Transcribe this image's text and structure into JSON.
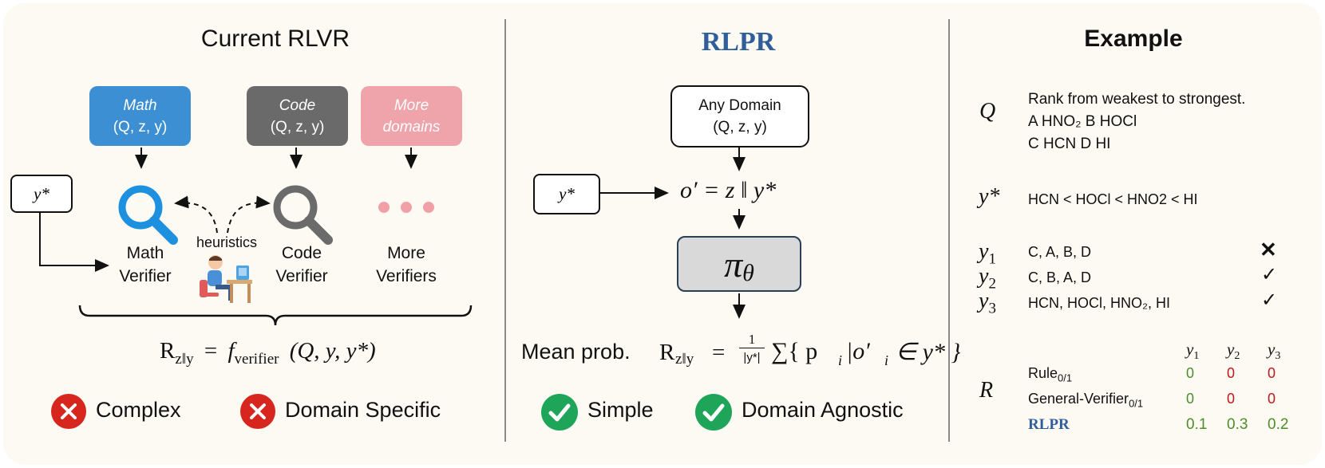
{
  "left": {
    "title": "Current RLVR",
    "boxes": [
      {
        "italic": "Math",
        "sub": "(Q, z, y)",
        "color": "#3d8fd4"
      },
      {
        "italic": "Code",
        "sub": "(Q, z, y)",
        "color": "#6a6a6a"
      },
      {
        "italic": "More",
        "sub": "domains",
        "color": "#efa3aa"
      }
    ],
    "ystar": "y*",
    "heuristics": "heuristics",
    "verifiers": [
      {
        "l1": "Math",
        "l2": "Verifier"
      },
      {
        "l1": "Code",
        "l2": "Verifier"
      },
      {
        "l1": "More",
        "l2": "Verifiers"
      }
    ],
    "formula": {
      "R": "R",
      "sub": "z‖y",
      "eq": "=",
      "f": "f",
      "fsub": "verifier",
      "args": "(Q, y, y*)"
    },
    "cons": [
      "Complex",
      "Domain Specific"
    ]
  },
  "middle": {
    "title": "RLPR",
    "box_l1": "Any Domain",
    "box_l2": "(Q, z, y)",
    "ystar": "y*",
    "concat": "o′ = z ‖ y*",
    "policy": "π",
    "policy_sub": "θ",
    "mean_label": "Mean prob.",
    "formula": {
      "R": "R",
      "sub": "z‖y",
      "eq": "=",
      "num": "1",
      "den": "|y*|",
      "sum": "∑{ p",
      "i": "i",
      "mid": "|o′",
      "in": "∈ y* }"
    },
    "pros": [
      "Simple",
      "Domain Agnostic"
    ]
  },
  "right": {
    "title": "Example",
    "q_sym": "Q",
    "q_lines": [
      "Rank from weakest to strongest.",
      "A HNO₂   B HOCl",
      "C HCN     D HI"
    ],
    "ystar_sym": "y*",
    "ystar_val": "HCN < HOCl < HNO2 < HI",
    "answers": [
      {
        "sym": "y",
        "sub": "1",
        "val": "C, A, B, D",
        "mark": "✕"
      },
      {
        "sym": "y",
        "sub": "2",
        "val": "C, B, A, D",
        "mark": "✓"
      },
      {
        "sym": "y",
        "sub": "3",
        "val": "HCN, HOCl, HNO₂, HI",
        "mark": "✓"
      }
    ],
    "r_sym": "R",
    "col_heads": [
      {
        "s": "y",
        "n": "1"
      },
      {
        "s": "y",
        "n": "2"
      },
      {
        "s": "y",
        "n": "3"
      }
    ],
    "rows": [
      {
        "name": "Rule",
        "sub": "0/1",
        "vals": [
          "0",
          "0",
          "0"
        ]
      },
      {
        "name": "General-Verifier",
        "sub": "0/1",
        "vals": [
          "0",
          "0",
          "0"
        ]
      },
      {
        "name": "RLPR",
        "sub": "",
        "vals": [
          "0.1",
          "0.3",
          "0.2"
        ]
      }
    ]
  },
  "colors": {
    "green": "#1ea55a",
    "red": "#d7261e",
    "rlpr_blue": "#2f5e9a",
    "math_blue": "#1e90e0",
    "code_gray": "#6b6b6b",
    "dots_pink": "#f0a0a6"
  }
}
